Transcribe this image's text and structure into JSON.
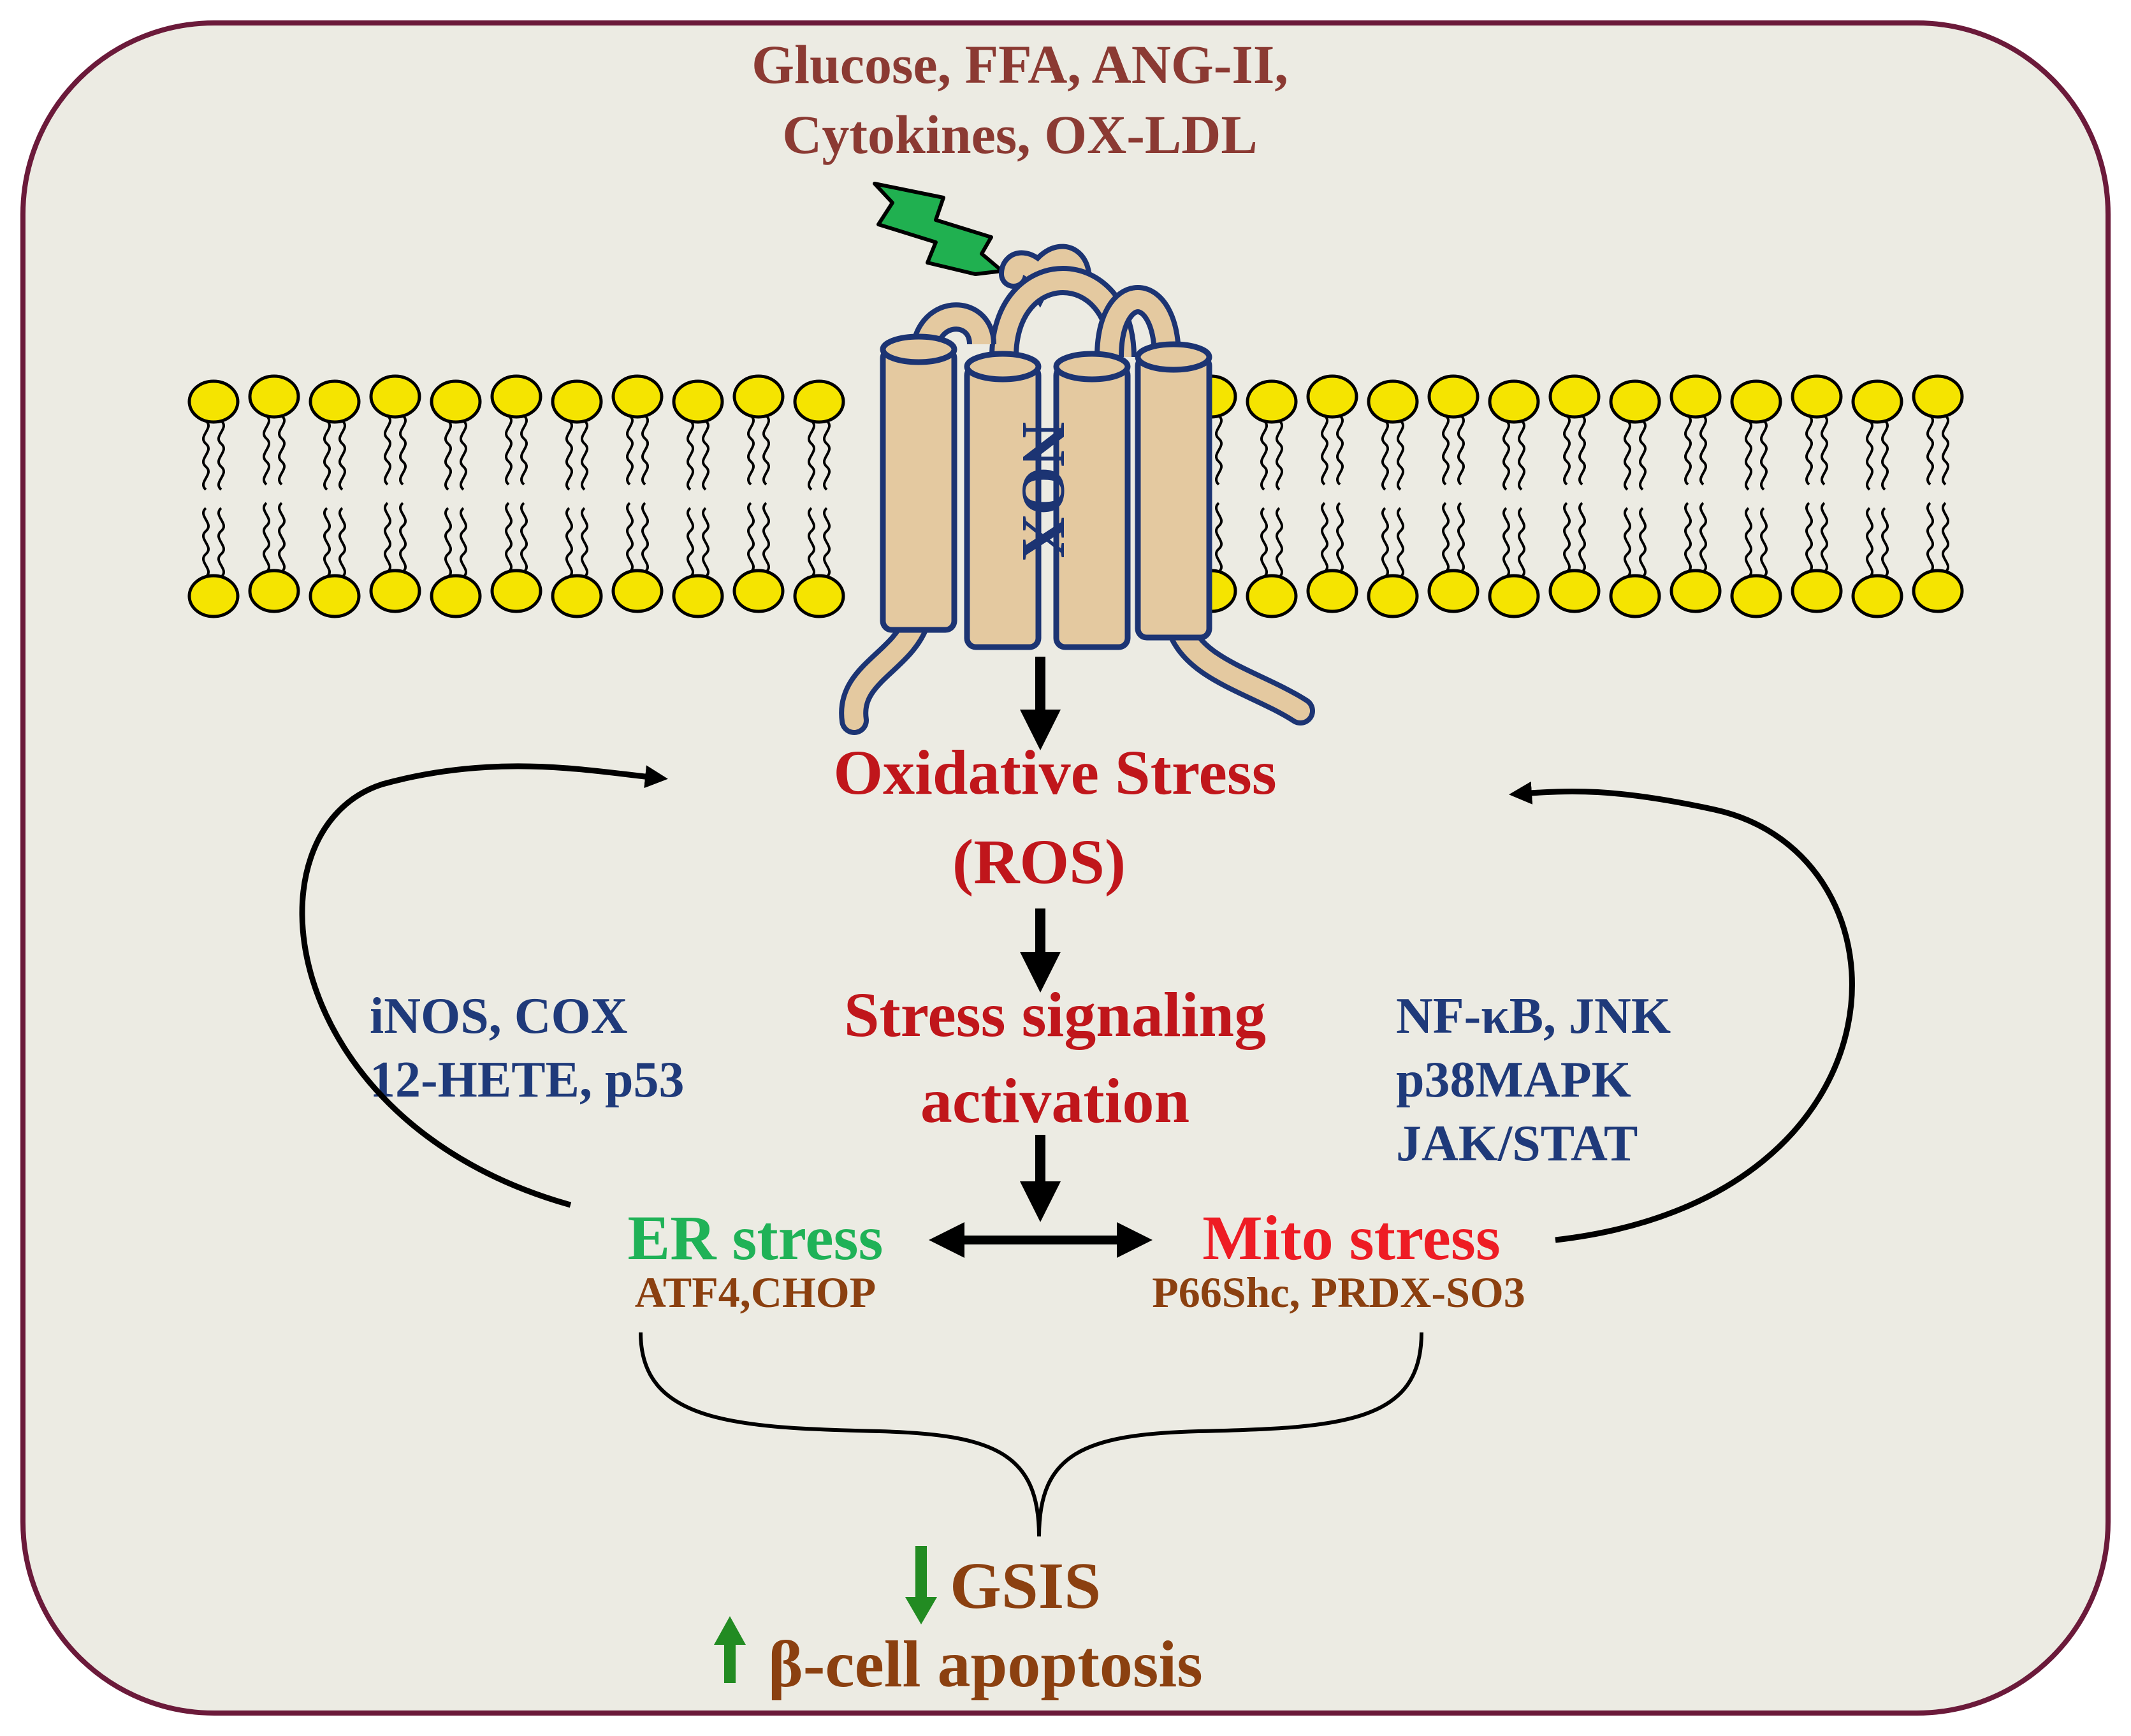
{
  "stimuli": {
    "line1": "Glucose, FFA, ANG-II,",
    "line2": "Cytokines, OX-LDL"
  },
  "enzyme_label": "NOX",
  "oxidative_stress": {
    "line1": "Oxidative Stress",
    "line2": "(ROS)"
  },
  "stress_signaling": {
    "line1": "Stress signaling",
    "line2": "activation"
  },
  "left_mediators": {
    "line1": "iNOS, COX",
    "line2": "12-HETE, p53"
  },
  "right_mediators": {
    "line1": "NF-κB, JNK",
    "line2": "p38MAPK",
    "line3": "JAK/STAT"
  },
  "er_stress": {
    "word1": "ER",
    "word2": "stress",
    "markers": "ATF4,CHOP"
  },
  "mito_stress": {
    "label": "Mito stress",
    "markers": "P66Shc, PRDX-SO3"
  },
  "outcomes": {
    "gsis": "GSIS",
    "apoptosis": "β-cell apoptosis"
  },
  "colors": {
    "frame_fill": "#ecebe3",
    "frame_stroke": "#6b1a3a",
    "stimuli_text": "#8b3a33",
    "dark_red_text": "#c0161b",
    "navy_text": "#1f3a7a",
    "er_green": "#1fb257",
    "mito_red": "#ee1c24",
    "brown_text": "#8b4010",
    "outcome_green": "#228b22",
    "lipid_head": "#f5e400",
    "nox_fill": "#e4c9a0",
    "nox_stroke": "#1c3473",
    "lightning": "#20b050"
  }
}
